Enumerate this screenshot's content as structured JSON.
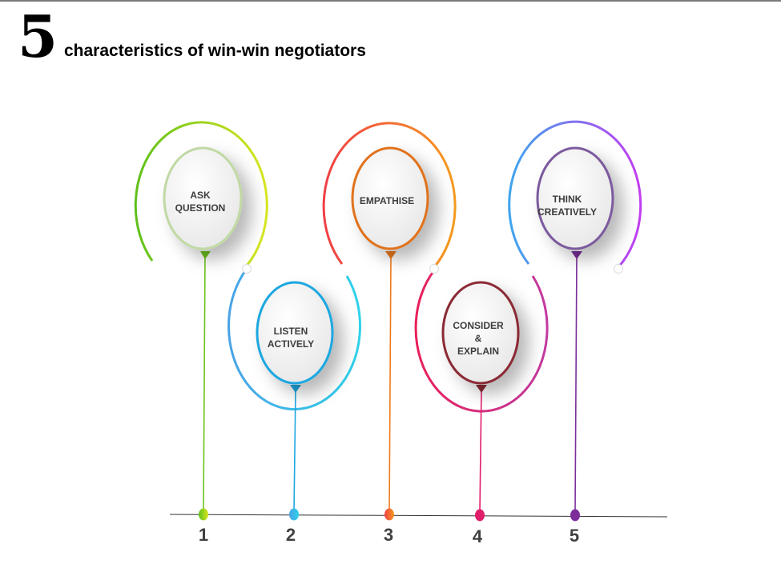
{
  "title": {
    "number": "5",
    "text": "characteristics of win-win negotiators"
  },
  "items": [
    {
      "label_lines": [
        "ASK",
        "QUESTION"
      ],
      "number": "1",
      "color": "#6cc21b"
    },
    {
      "label_lines": [
        "LISTEN",
        "ACTIVELY"
      ],
      "number": "2",
      "color": "#1fa7e0"
    },
    {
      "label_lines": [
        "EMPATHISE"
      ],
      "number": "3",
      "color": "#ee7a1c"
    },
    {
      "label_lines": [
        "CONSIDER",
        "&",
        "EXPLAIN"
      ],
      "number": "4",
      "color": "#e01e6c"
    },
    {
      "label_lines": [
        "THINK",
        "CREATIVELY"
      ],
      "number": "5",
      "color": "#7b2e9a"
    }
  ]
}
